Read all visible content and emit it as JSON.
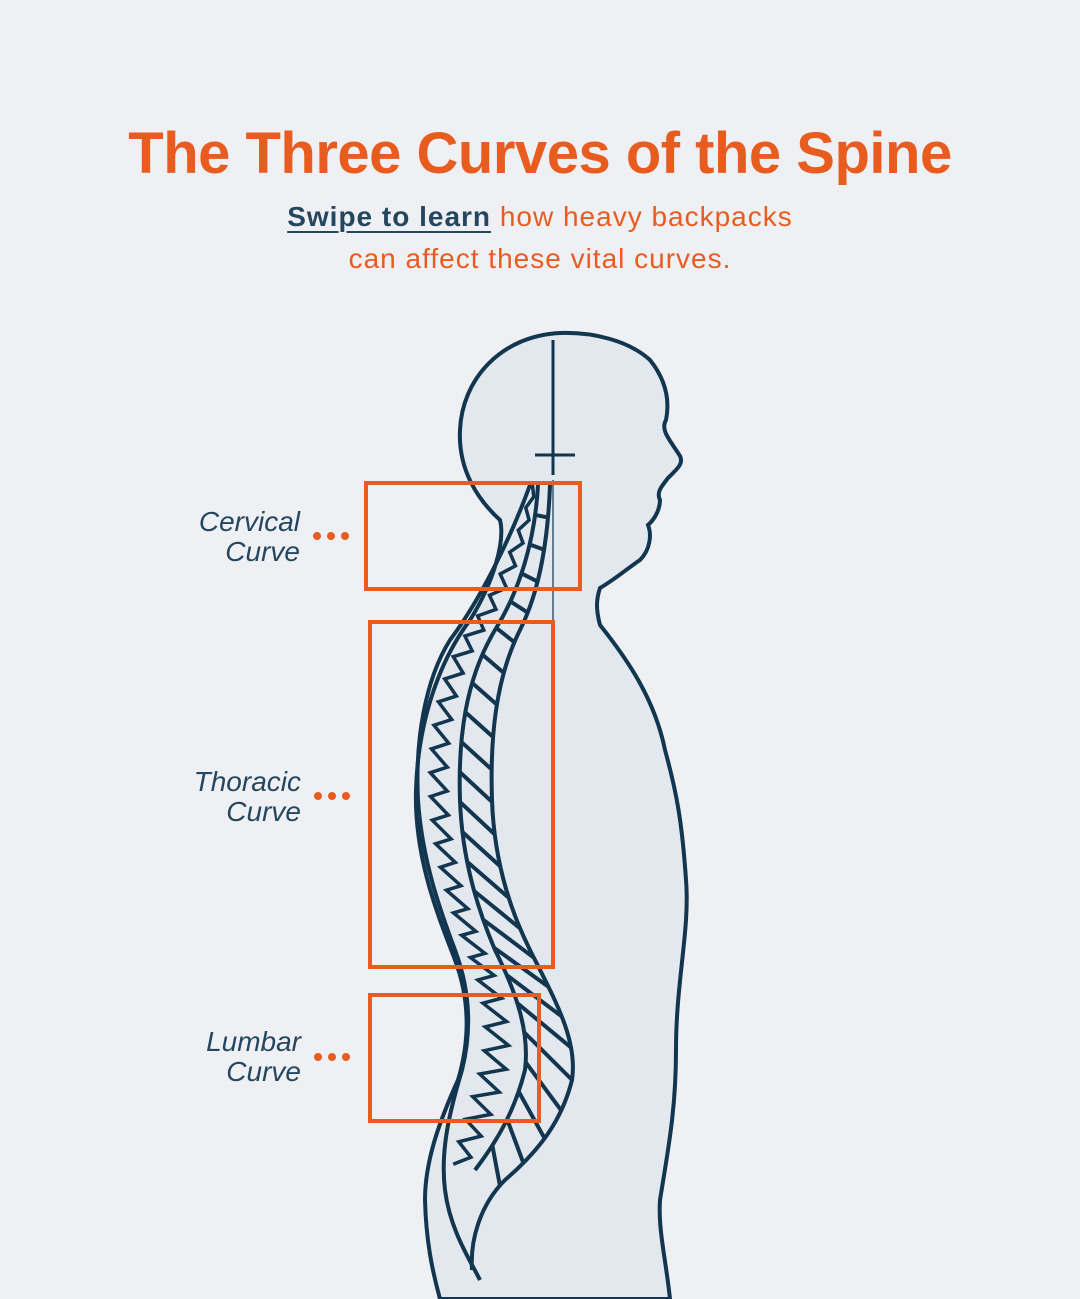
{
  "header": {
    "title": "The Three Curves of the Spine",
    "subtitle_link": "Swipe to learn",
    "subtitle_line1_rest": " how heavy backpacks",
    "subtitle_line2": "can affect these vital curves."
  },
  "figure": {
    "description": "side-profile-human-silhouette-with-spine",
    "outline_color": "#12364f",
    "fill_color": "#e3e7ee",
    "accent_color": "#e85c20"
  },
  "curves": [
    {
      "id": "cervical",
      "line1": "Cervical",
      "line2": "Curve"
    },
    {
      "id": "thoracic",
      "line1": "Thoracic",
      "line2": "Curve"
    },
    {
      "id": "lumbar",
      "line1": "Lumbar",
      "line2": "Curve"
    }
  ]
}
